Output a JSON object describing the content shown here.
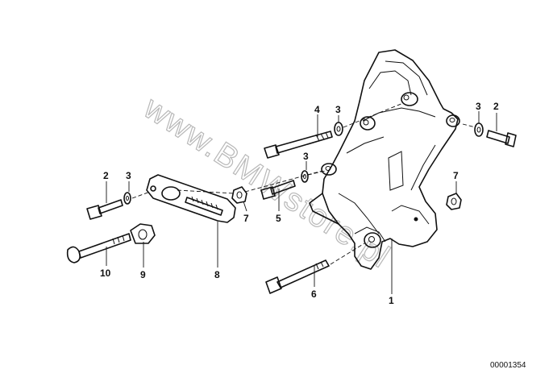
{
  "diagram": {
    "id_number": "00001354",
    "watermark": "www.BMWstore.pl"
  },
  "callouts": {
    "c1": "1",
    "c2_right": "2",
    "c2_left": "2",
    "c3_right": "3",
    "c3_upper": "3",
    "c3_middle": "3",
    "c3_left": "3",
    "c4": "4",
    "c5": "5",
    "c6": "6",
    "c7_right": "7",
    "c7_left": "7",
    "c8": "8",
    "c9": "9",
    "c10": "10"
  }
}
